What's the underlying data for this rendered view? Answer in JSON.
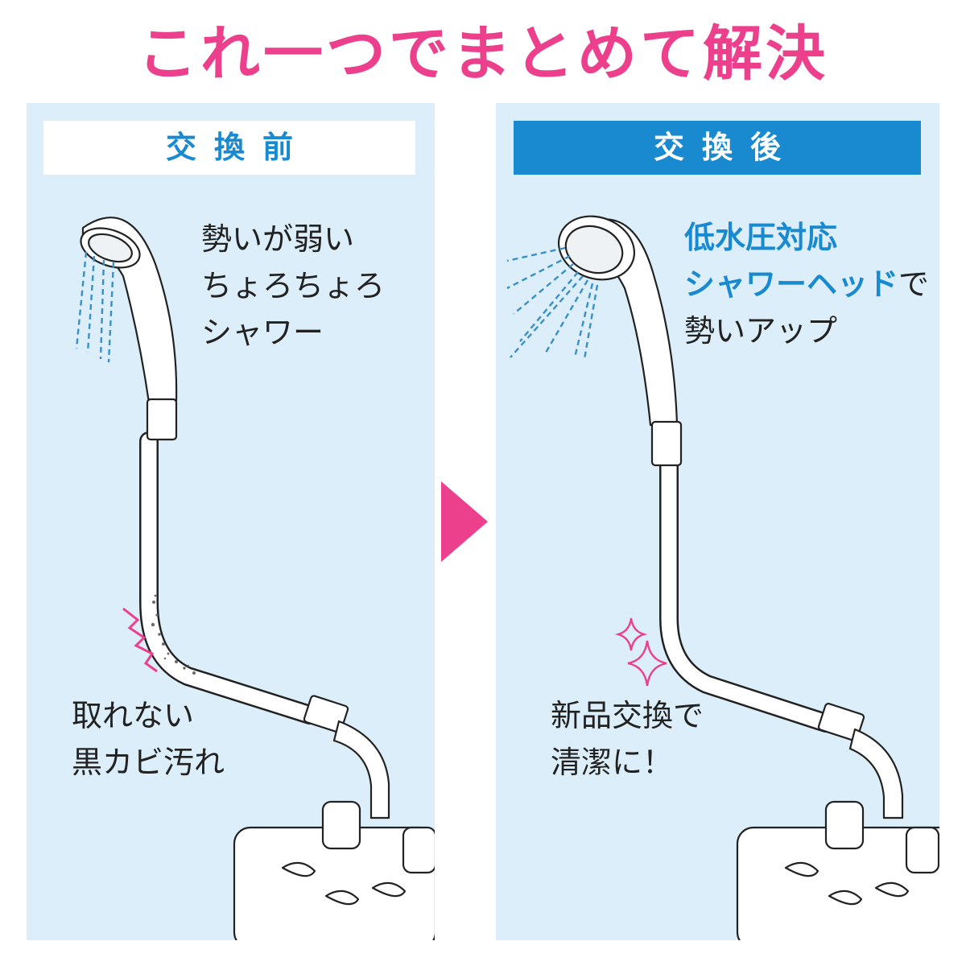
{
  "headline": "これ一つでまとめて解決",
  "before": {
    "title": "交換前",
    "caption_top": [
      "勢いが弱い",
      "ちょろちょろ",
      "シャワー"
    ],
    "caption_bottom": [
      "取れない",
      "黒カビ汚れ"
    ]
  },
  "after": {
    "title": "交換後",
    "caption_top_line1": "低水圧対応",
    "caption_top_line2_highlight": "シャワーヘッド",
    "caption_top_line2_rest": "で",
    "caption_top_line3": "勢いアップ",
    "caption_bottom": [
      "新品交換で",
      "清潔に！"
    ]
  },
  "colors": {
    "accent_pink": "#ec3f8c",
    "accent_blue": "#1a8ad0",
    "panel_bg": "#dbeef9"
  }
}
